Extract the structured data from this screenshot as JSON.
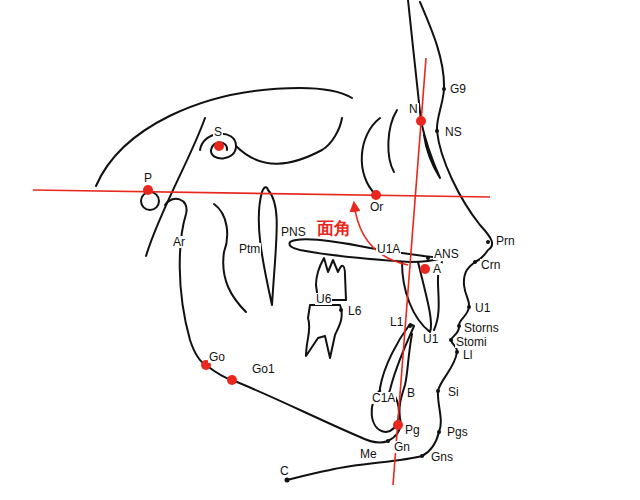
{
  "diagram": {
    "labels": [
      "G9",
      "N",
      "NS",
      "S",
      "P",
      "Or",
      "Ar",
      "Ptm",
      "PNS",
      "面角",
      "U1A",
      "ANS",
      "Prn",
      "A",
      "Crn",
      "U6",
      "L6",
      "U1",
      "L1",
      "Storns",
      "U1",
      "Stomi",
      "Ll",
      "Go",
      "Go1",
      "C1A",
      "B",
      "Si",
      "Pg",
      "Pgs",
      "Gn",
      "Me",
      "Gns",
      "C"
    ]
  }
}
